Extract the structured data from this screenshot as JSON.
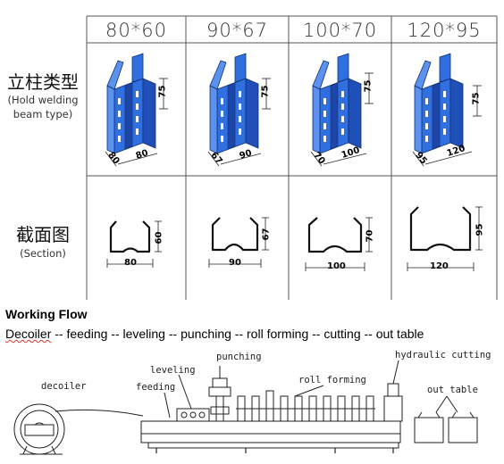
{
  "table": {
    "columns": [
      "80*60",
      "90*67",
      "100*70",
      "120*95"
    ],
    "row1": {
      "label_cn": "立柱类型",
      "label_en_line1": "(Hold welding",
      "label_en_line2": "beam type)"
    },
    "row2": {
      "label_cn": "截面图",
      "label_en": "(Section)"
    },
    "uprights": [
      {
        "height_dim": "75",
        "depth_dim": "80",
        "width_dim": "80"
      },
      {
        "height_dim": "75",
        "depth_dim": "67",
        "width_dim": "90"
      },
      {
        "height_dim": "75",
        "depth_dim": "70",
        "width_dim": "100"
      },
      {
        "height_dim": "75",
        "depth_dim": "95",
        "width_dim": "120"
      }
    ],
    "sections": [
      {
        "height_dim": "60",
        "width_dim": "80"
      },
      {
        "height_dim": "67",
        "width_dim": "90"
      },
      {
        "height_dim": "70",
        "width_dim": "100"
      },
      {
        "height_dim": "95",
        "width_dim": "120"
      }
    ],
    "colors": {
      "upright_fill": "#2f6fe0",
      "upright_dark": "#1f4fb8",
      "upright_light": "#5b92f0"
    }
  },
  "working_flow": {
    "title": "Working Flow",
    "first_word": "Decoiler",
    "steps_text": " -- feeding -- leveling -- punching -- roll forming -- cutting -- out table"
  },
  "machine": {
    "labels": {
      "decoiler": "decoiler",
      "feeding": "feeding",
      "leveling": "leveling",
      "punching": "punching",
      "roll_forming": "roll forming",
      "hydraulic_cutting": "hydraulic cutting",
      "out_table": "out table"
    }
  }
}
